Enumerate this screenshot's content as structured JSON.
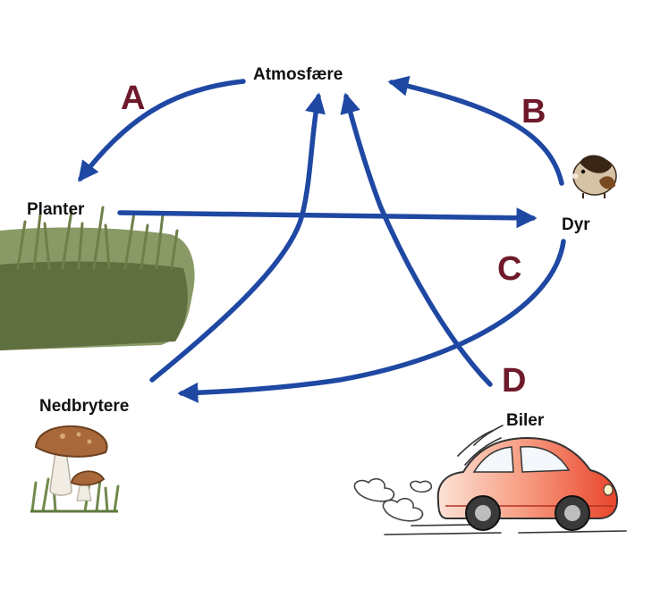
{
  "nodes": {
    "atmosphere": "Atmosfære",
    "plants": "Planter",
    "animals": "Dyr",
    "decomposers": "Nedbrytere",
    "cars": "Biler"
  },
  "arrow_letters": [
    "A",
    "B",
    "C",
    "D"
  ],
  "colors": {
    "arrow": "#1f48a3",
    "letter": "#6e1a2b",
    "grass_dark": "#5c6b3a",
    "grass_light": "#8e9b6c",
    "car_body": "#f06b4f",
    "mushroom_cap": "#a8683a"
  },
  "icons": [
    "grass-icon",
    "guinea-pig-icon",
    "mushroom-icon",
    "car-icon"
  ]
}
